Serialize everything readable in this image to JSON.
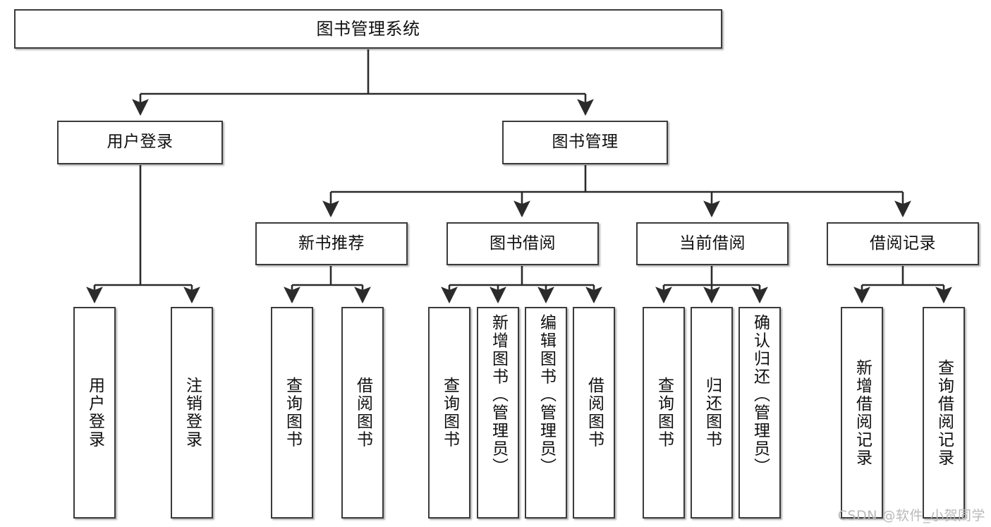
{
  "diagram": {
    "title": "图书管理系统",
    "type": "tree",
    "background": "#ffffff",
    "node_border_color": "#3b3b3b",
    "node_fill_color": "#ffffff",
    "text_color": "#0f0f0f",
    "edge_color": "#2b2b2b"
  },
  "nodes": {
    "root": {
      "label": "图书管理系统"
    },
    "level2": [
      {
        "label": "用户登录"
      },
      {
        "label": "图书管理"
      }
    ],
    "level3": [
      {
        "label": "新书推荐"
      },
      {
        "label": "图书借阅"
      },
      {
        "label": "当前借阅"
      },
      {
        "label": "借阅记录"
      }
    ],
    "leaves_user_login": [
      {
        "label": "用户登录"
      },
      {
        "label": "注销登录"
      }
    ],
    "leaves_new_book": [
      {
        "label": "查询图书"
      },
      {
        "label": "借阅图书"
      }
    ],
    "leaves_borrow": [
      {
        "label": "查询图书"
      },
      {
        "label": "新增图书（管理员）"
      },
      {
        "label": "编辑图书（管理员）"
      },
      {
        "label": "借阅图书"
      }
    ],
    "leaves_current": [
      {
        "label": "查询图书"
      },
      {
        "label": "归还图书"
      },
      {
        "label": "确认归还（管理员）"
      }
    ],
    "leaves_records": [
      {
        "label": "新增借阅记录"
      },
      {
        "label": "查询借阅记录"
      }
    ]
  },
  "watermark": {
    "text": "CSDN @软件_小贺同学"
  }
}
